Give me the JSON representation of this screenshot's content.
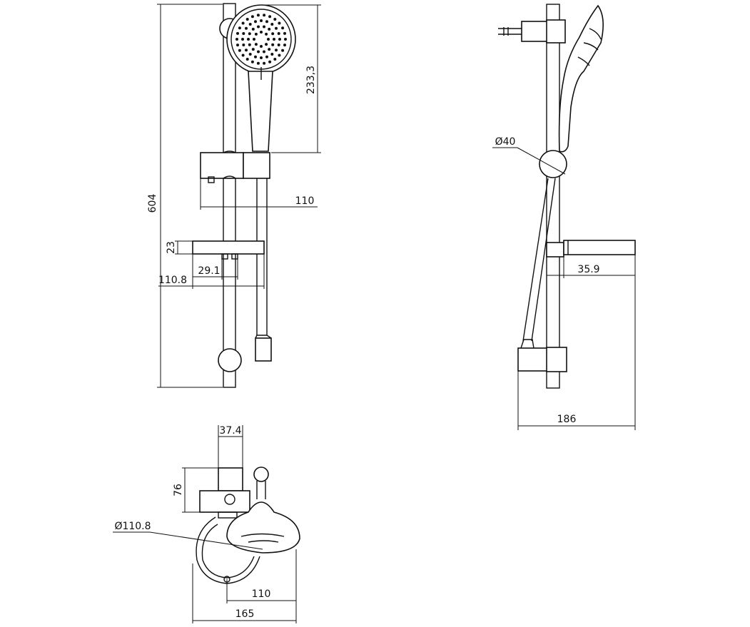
{
  "front_view": {
    "dim_height_total": "604",
    "dim_hand_shower": "233,3",
    "dim_holder_offset": "110",
    "dim_dish_height": "23",
    "dim_dish_mount": "29.1",
    "dim_dish_width": "110.8"
  },
  "side_view": {
    "dim_bar_diameter": "Ø40",
    "dim_dish_depth": "35.9",
    "dim_projection": "186"
  },
  "top_view": {
    "dim_bracket_width": "37.4",
    "dim_bracket_depth": "76",
    "dim_dish_diameter": "Ø110.8",
    "dim_offset": "110",
    "dim_overall": "165"
  }
}
